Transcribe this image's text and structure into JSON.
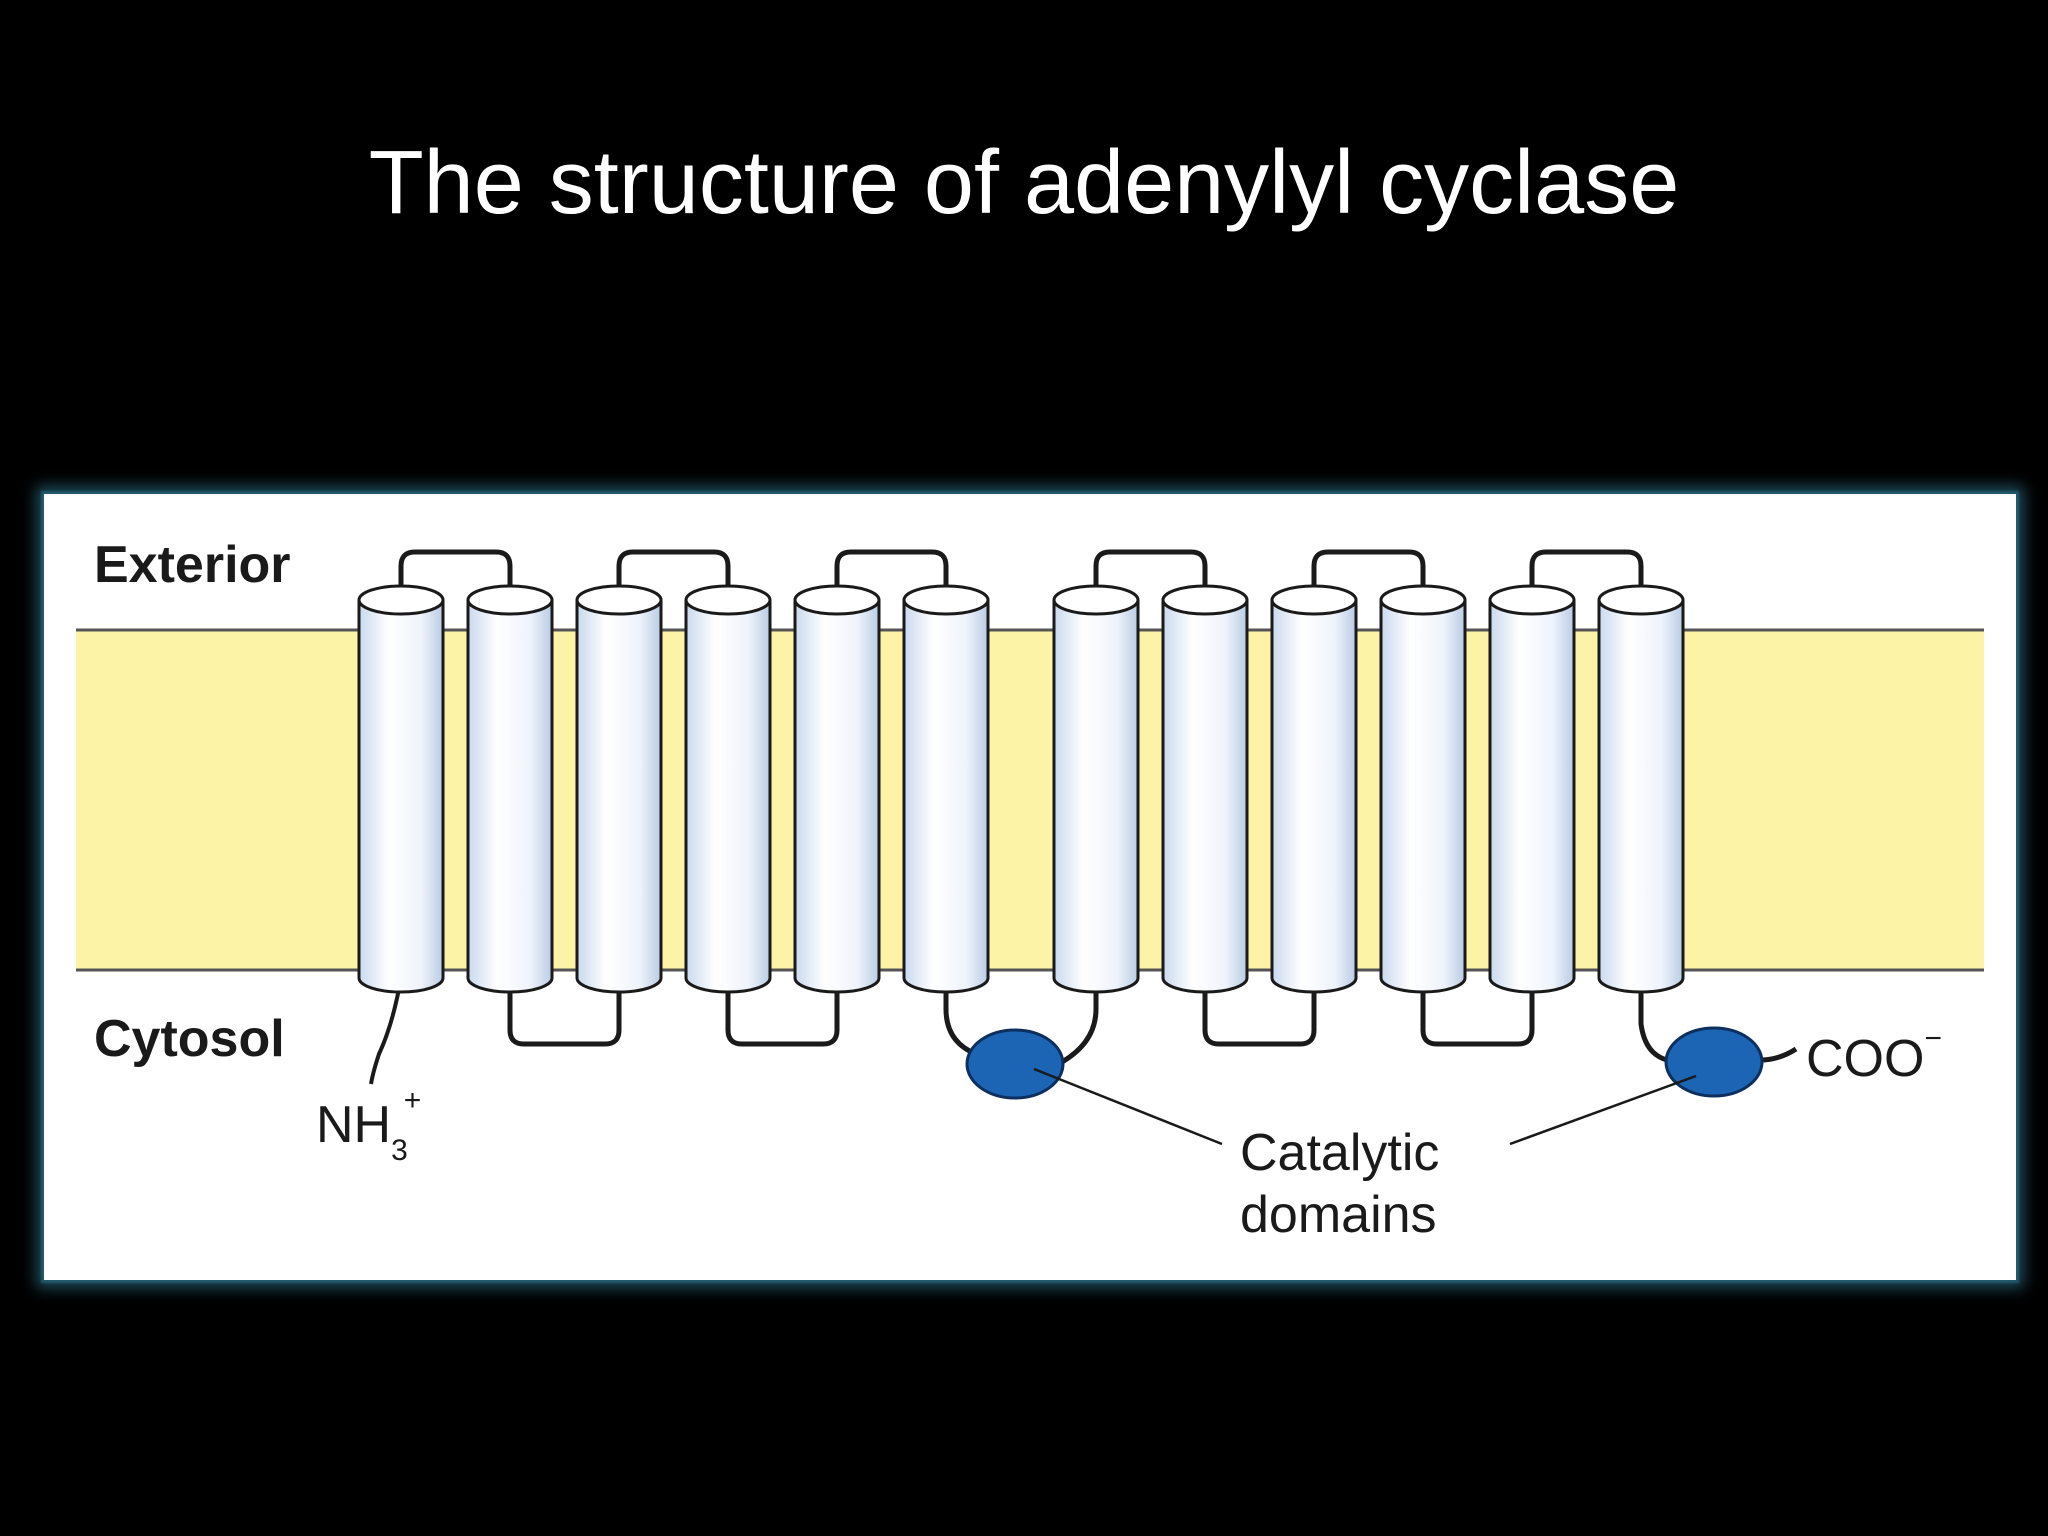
{
  "slide": {
    "title": "The structure of adenylyl cyclase",
    "background_color": "#000000",
    "title_color": "#ffffff"
  },
  "diagram": {
    "membrane_color": "#fdf3a6",
    "helix_count": 12,
    "labels": {
      "exterior": "Exterior",
      "cytosol": "Cytosol",
      "n_terminus_base": "NH",
      "n_terminus_sub": "3",
      "n_terminus_sup": "+",
      "c_terminus_base": "COO",
      "c_terminus_sup": "−",
      "catalytic_line1": "Catalytic",
      "catalytic_line2": "domains"
    },
    "catalytic_domain_color": "#1c64b4"
  }
}
